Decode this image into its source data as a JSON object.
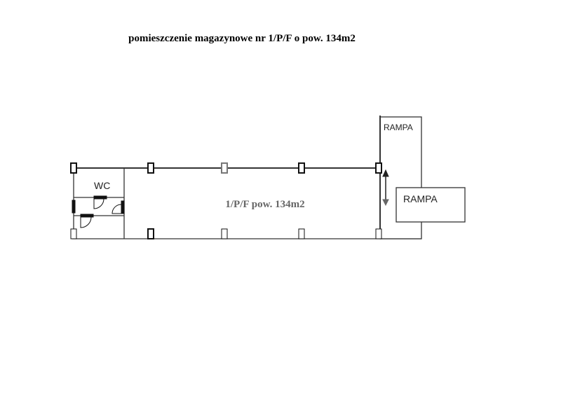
{
  "title": "pomieszczenie magazynowe nr 1/P/F o pow. 134m2",
  "plan": {
    "room_label": "1/P/F pow. 134m2",
    "wc_label": "WC",
    "ramp_top_label": "RAMPA",
    "ramp_side_label": "RAMPA"
  }
}
